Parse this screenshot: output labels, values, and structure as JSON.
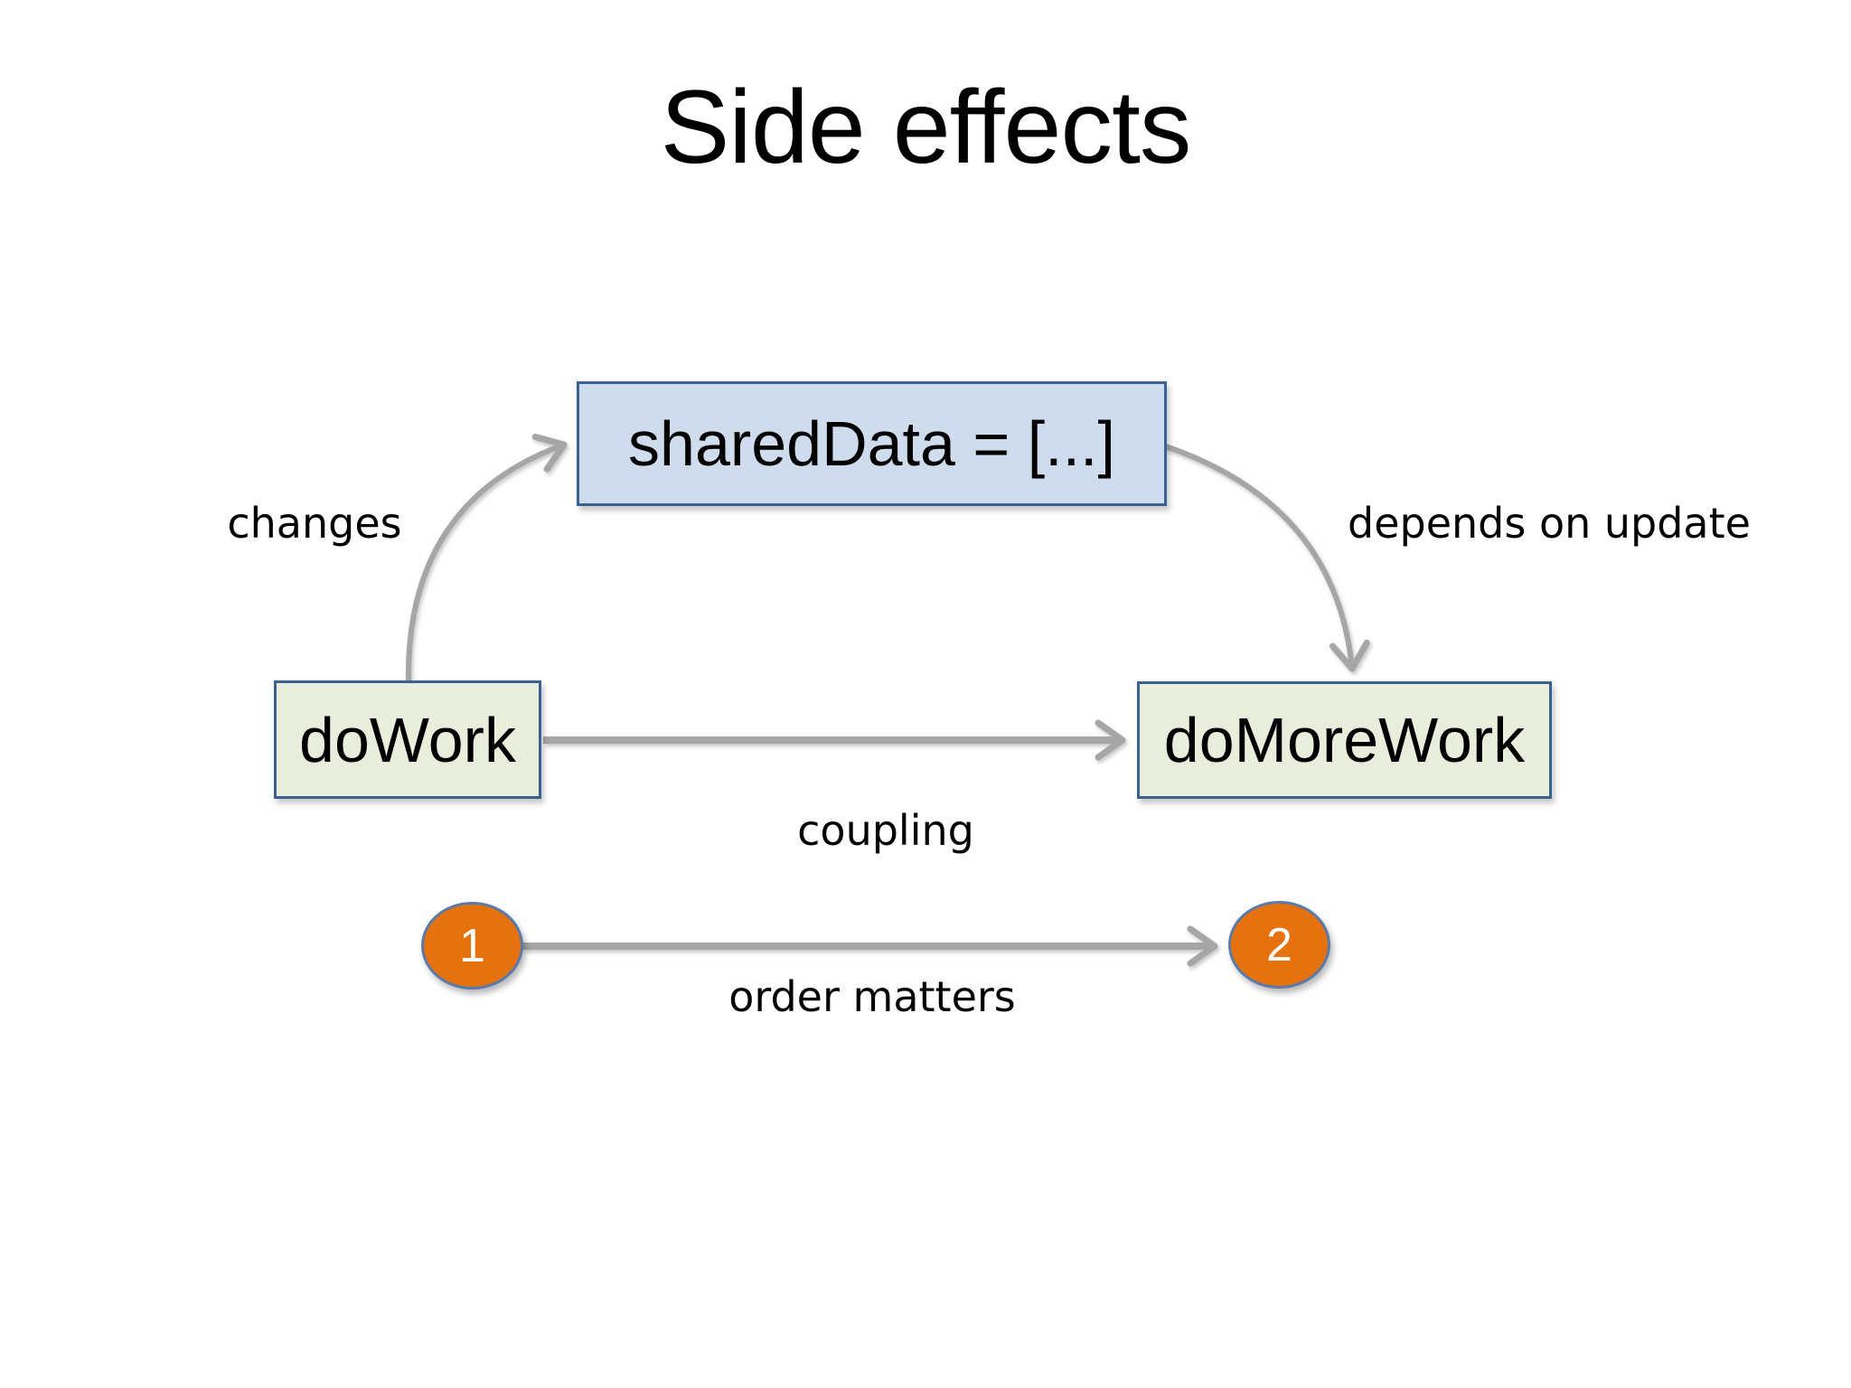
{
  "slide": {
    "title": "Side effects"
  },
  "diagram": {
    "nodes": [
      {
        "id": "sharedData",
        "label": "sharedData = [...]",
        "kind": "shared-state-box",
        "fill": "#cfdcee",
        "border": "#3a6290"
      },
      {
        "id": "doWork",
        "label": "doWork",
        "kind": "function-box",
        "fill": "#e9eddb",
        "border": "#3a6290"
      },
      {
        "id": "doMoreWork",
        "label": "doMoreWork",
        "kind": "function-box",
        "fill": "#e9eddb",
        "border": "#3a6290"
      }
    ],
    "edges": [
      {
        "from": "doWork",
        "to": "sharedData",
        "label": "changes",
        "style": "curved-arrow"
      },
      {
        "from": "sharedData",
        "to": "doMoreWork",
        "label": "depends on update",
        "style": "curved-arrow"
      },
      {
        "from": "doWork",
        "to": "doMoreWork",
        "label": "coupling",
        "style": "straight-arrow"
      }
    ],
    "sequence": {
      "steps": [
        "1",
        "2"
      ],
      "label": "order matters",
      "circle_fill": "#e5720e",
      "circle_border": "#5b7aa8",
      "number_color": "#ffffff"
    },
    "colors": {
      "background": "#ffffff",
      "arrow": "#a6a6a6",
      "text": "#000000"
    }
  }
}
